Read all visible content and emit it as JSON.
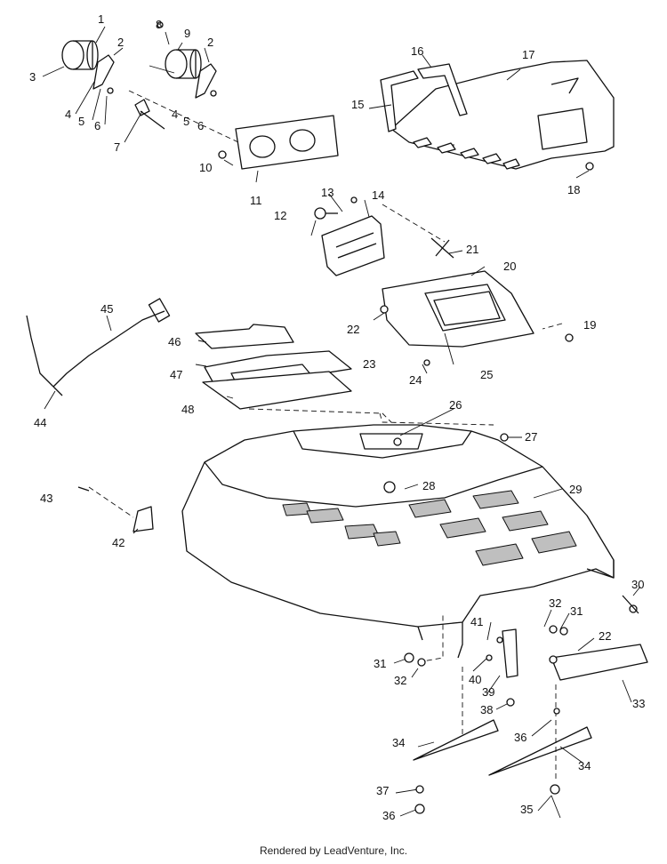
{
  "diagram": {
    "callouts": [
      "1",
      "2",
      "3",
      "4",
      "5",
      "6",
      "7",
      "8",
      "9",
      "2",
      "4",
      "5",
      "6",
      "10",
      "11",
      "12",
      "13",
      "14",
      "15",
      "16",
      "17",
      "18",
      "19",
      "20",
      "21",
      "22",
      "23",
      "24",
      "25",
      "26",
      "27",
      "28",
      "29",
      "30",
      "31",
      "32",
      "33",
      "34",
      "34",
      "35",
      "36",
      "36",
      "37",
      "38",
      "39",
      "40",
      "41",
      "42",
      "43",
      "44",
      "45",
      "46",
      "47",
      "48",
      "31",
      "32",
      "22"
    ]
  },
  "watermark": "LEADVENTURE",
  "footer": {
    "text": "Rendered by LeadVenture, Inc."
  }
}
